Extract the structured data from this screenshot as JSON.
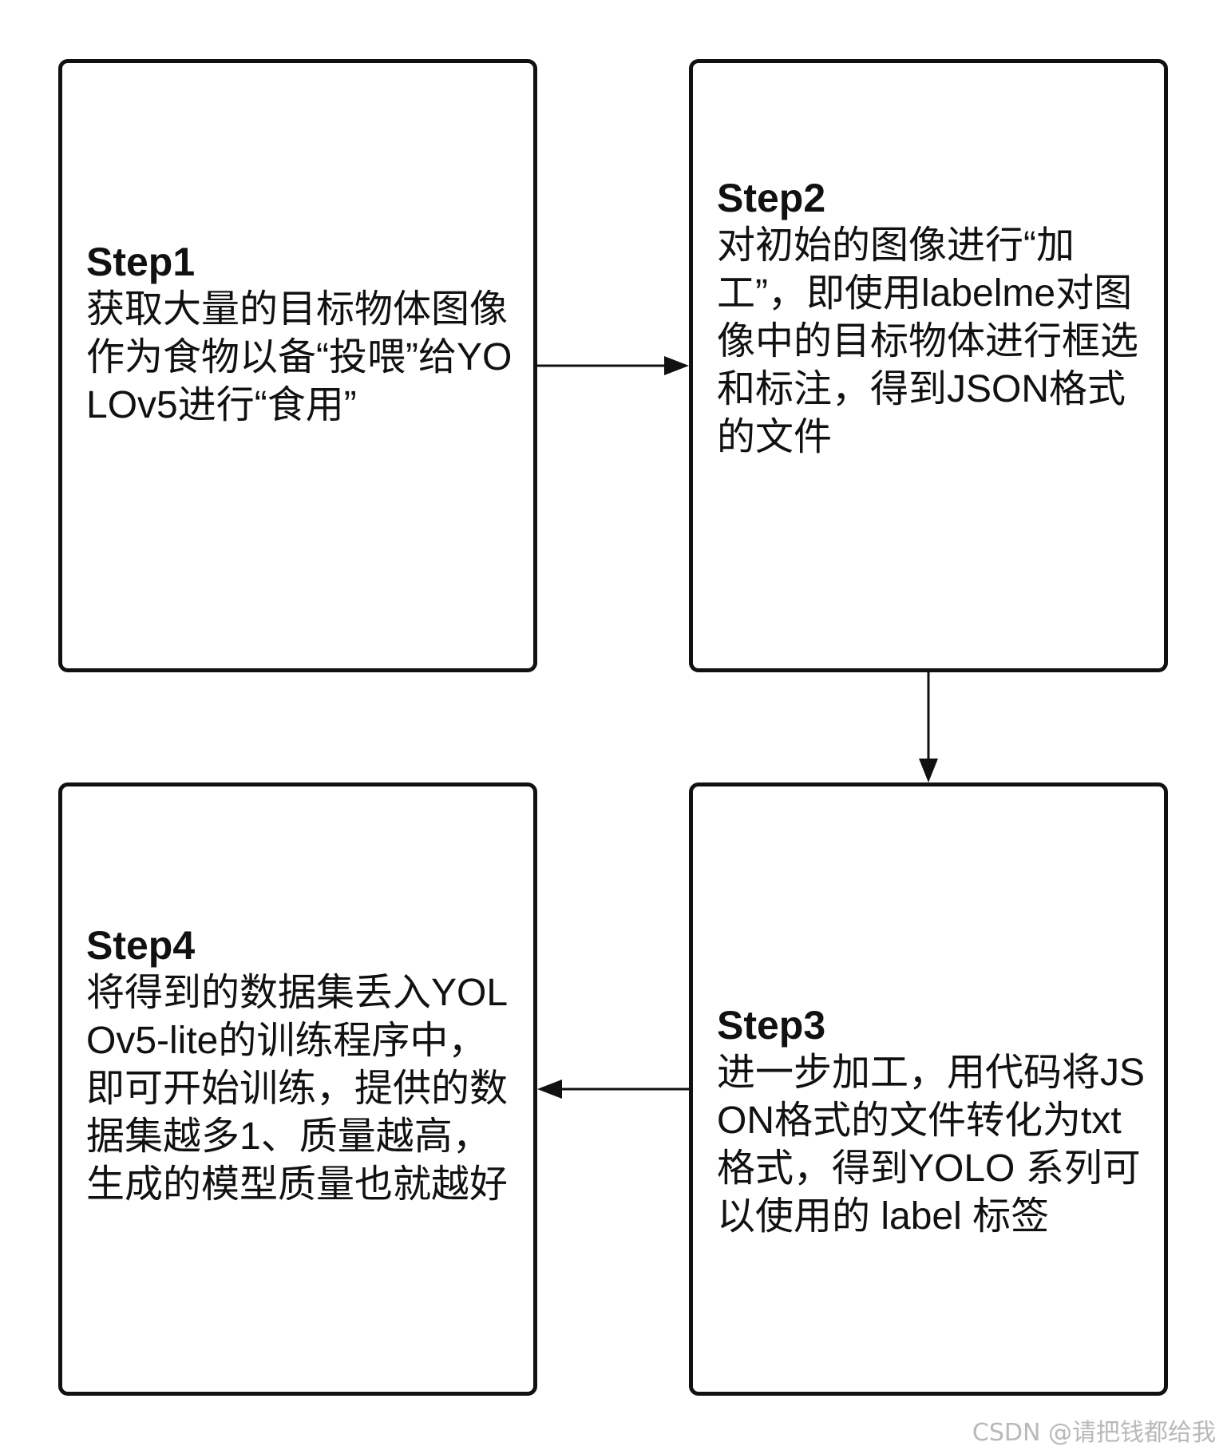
{
  "steps": [
    {
      "title": "Step1",
      "text": "获取大量的目标物体图像作为食物以备“投喂”给YOLOv5进行“食用”"
    },
    {
      "title": "Step2",
      "text": "对初始的图像进行“加工”，即使用labelme对图像中的目标物体进行框选和标注，得到JSON格式的文件"
    },
    {
      "title": "Step3",
      "text": "进一步加工，用代码将JSON格式的文件转化为txt格式，得到YOLO 系列可以使用的 label 标签"
    },
    {
      "title": "Step4",
      "text": "将得到的数据集丢入YOLOv5-lite的训练程序中，即可开始训练，提供的数据集越多1、质量越高，生成的模型质量也就越好"
    }
  ],
  "watermark": "CSDN @请把钱都给我",
  "colors": {
    "border": "#111111",
    "background": "#ffffff",
    "watermark": "#b9b9b9"
  }
}
